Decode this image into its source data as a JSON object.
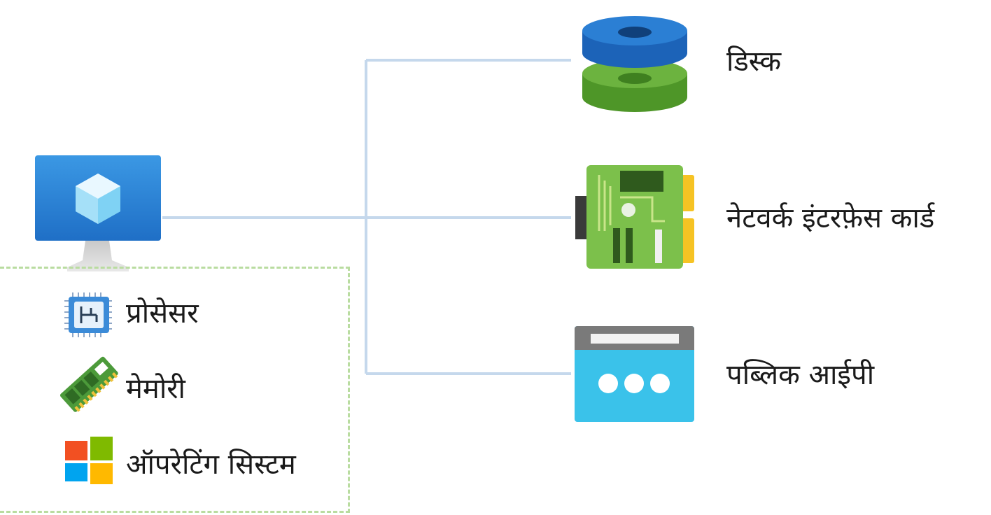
{
  "resources": [
    {
      "label": "डिस्क",
      "icon": "disk-icon"
    },
    {
      "label": "नेटवर्क इंटरफ़ेस कार्ड",
      "icon": "network-interface-card-icon"
    },
    {
      "label": "पब्लिक आईपी",
      "icon": "public-ip-icon"
    }
  ],
  "vm": {
    "icon": "virtual-machine-icon",
    "components": [
      {
        "label": "प्रोसेसर",
        "icon": "processor-icon"
      },
      {
        "label": "मेमोरी",
        "icon": "memory-icon"
      },
      {
        "label": "ऑपरेटिंग सिस्टम",
        "icon": "windows-os-icon"
      }
    ]
  },
  "colors": {
    "connector": "#c5d8ec",
    "dashed_border": "#b9dca0",
    "monitor_blue": "#2f86d8",
    "disk_blue": "#2b7fd4",
    "disk_green": "#6cb33f",
    "nic_green": "#7cc04b",
    "nic_yellow": "#f6c324",
    "ip_cyan": "#3ac2ea"
  }
}
